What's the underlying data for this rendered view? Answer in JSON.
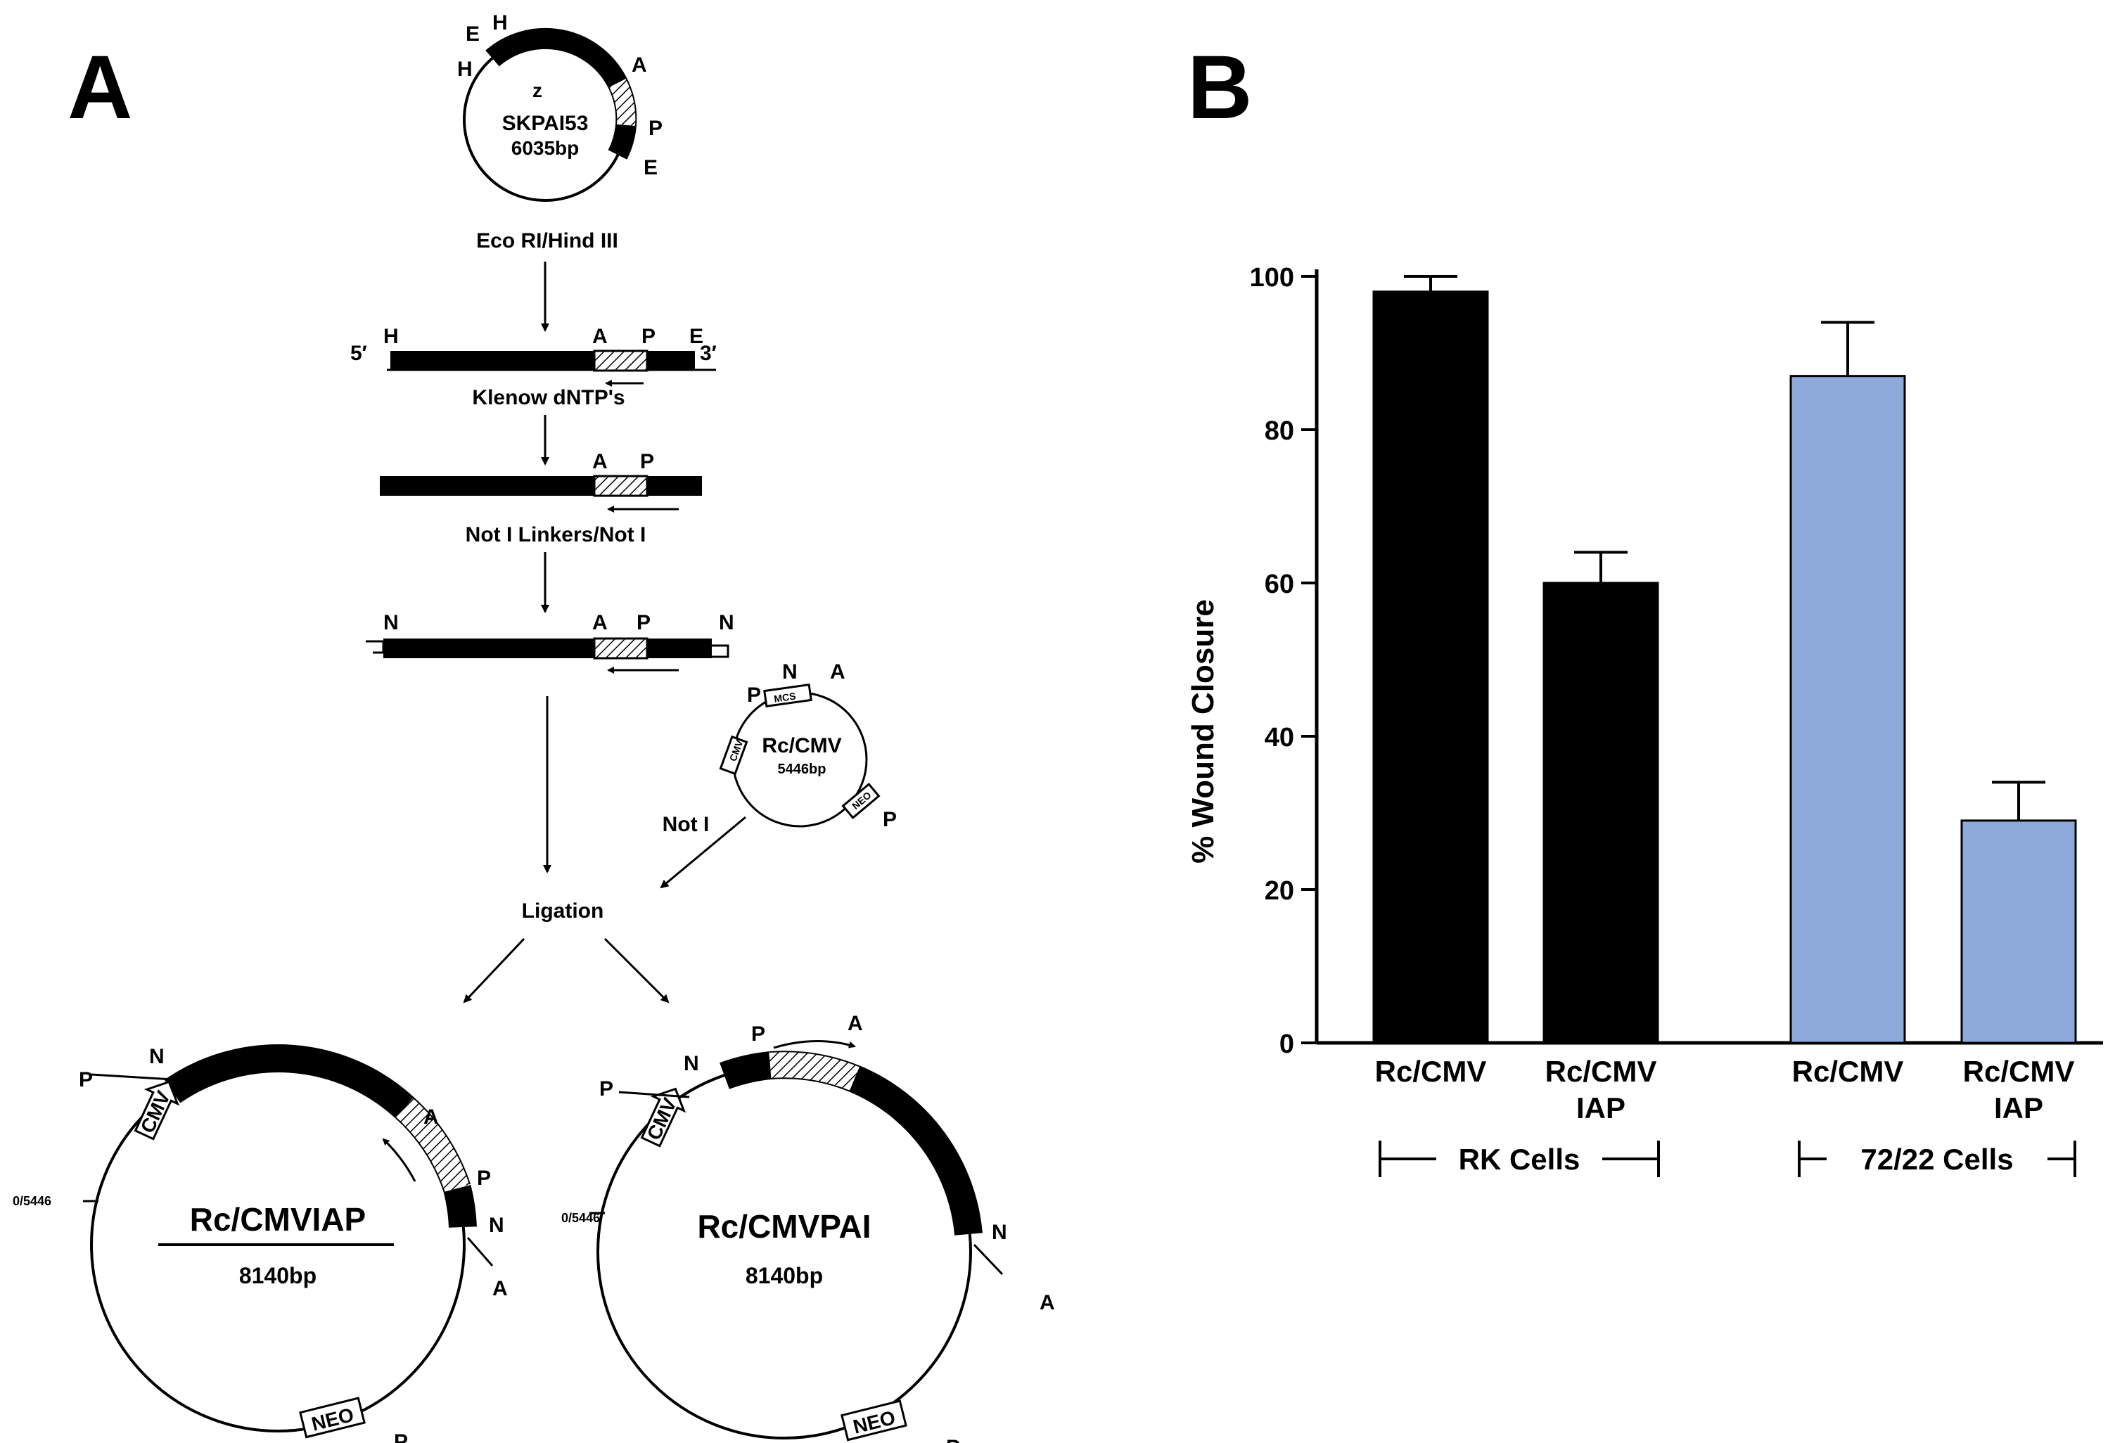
{
  "panel_a": {
    "label": "A",
    "skpai53": {
      "name": "SKPAI53",
      "size": "6035bp",
      "inner": "z",
      "sites": [
        "H",
        "E",
        "H",
        "A",
        "P",
        "E"
      ]
    },
    "step1": "Eco RI/Hind III",
    "fragment1": {
      "end5": "5′",
      "end3": "3′",
      "sites": [
        "H",
        "A",
        "P",
        "E"
      ]
    },
    "step2": "Klenow dNTP's",
    "fragment2": {
      "sites": [
        "A",
        "P"
      ]
    },
    "step3": "Not I Linkers/Not I",
    "fragment3": {
      "sites": [
        "N",
        "A",
        "P",
        "N"
      ]
    },
    "rccmv": {
      "name": "Rc/CMV",
      "size": "5446bp",
      "sites": [
        "P",
        "N",
        "A",
        "P"
      ],
      "genes": [
        "MCS",
        "CMV",
        "NEO"
      ]
    },
    "step4": "Not I",
    "step5": "Ligation",
    "iap": {
      "name": "Rc/CMVIAP",
      "size": "8140bp",
      "coord": "0/5446",
      "sites": [
        "P",
        "N",
        "A",
        "P",
        "N",
        "A",
        "P"
      ],
      "genes": [
        "CMV",
        "NEO"
      ]
    },
    "pai": {
      "name": "Rc/CMVPAI",
      "size": "8140bp",
      "coord": "0/5446",
      "sites": [
        "P",
        "N",
        "P",
        "A",
        "N",
        "A",
        "P"
      ],
      "genes": [
        "CMV",
        "NEO"
      ]
    }
  },
  "panel_b": {
    "label": "B",
    "groups": [
      "RK Cells",
      "72/22 Cells"
    ]
  },
  "colors": {
    "black_bar": "#000000",
    "blue_bar": "#8eaadb",
    "ink": "#000000"
  },
  "chart_data": {
    "type": "bar",
    "ylabel": "% Wound Closure",
    "ylim": [
      0,
      100
    ],
    "yticks": [
      0,
      20,
      40,
      60,
      80,
      100
    ],
    "categories": [
      "Rc/CMV",
      "Rc/CMV IAP",
      "Rc/CMV",
      "Rc/CMV IAP"
    ],
    "category_lines": [
      [
        "Rc/CMV"
      ],
      [
        "Rc/CMV",
        "IAP"
      ],
      [
        "Rc/CMV"
      ],
      [
        "Rc/CMV",
        "IAP"
      ]
    ],
    "groups": [
      {
        "name": "RK Cells",
        "categories": [
          0,
          1
        ]
      },
      {
        "name": "72/22 Cells",
        "categories": [
          2,
          3
        ]
      }
    ],
    "values": [
      98,
      60,
      87,
      29
    ],
    "errors": [
      2,
      4,
      7,
      5
    ],
    "bar_colors": [
      "#000000",
      "#000000",
      "#8eaadb",
      "#8eaadb"
    ],
    "grid": false,
    "legend": "none"
  }
}
